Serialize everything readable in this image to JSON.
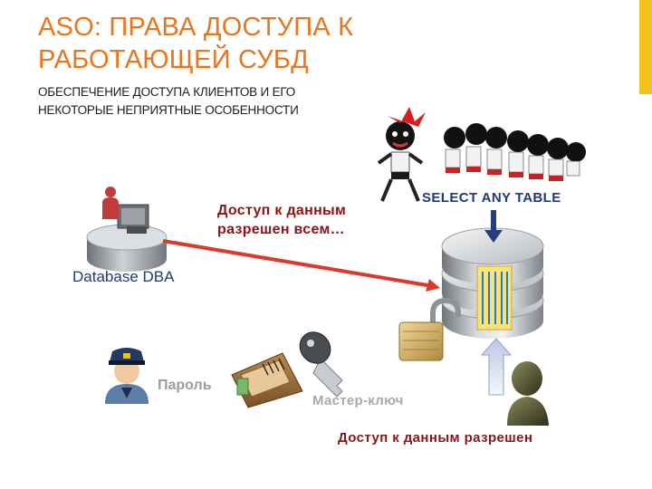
{
  "slide": {
    "title_lines": [
      "ASO: ПРАВА ДОСТУПА К",
      "РАБОТАЮЩЕЙ СУБД"
    ],
    "subtitle_lines": [
      "ОБЕСПЕЧЕНИЕ ДОСТУПА КЛИЕНТОВ И ЕГО",
      "НЕКОТОРЫЕ НЕПРИЯТНЫЕ ОСОБЕННОСТИ"
    ],
    "accent_color": "#f2c21a",
    "title_color": "#e8761e"
  },
  "labels": {
    "access_all_lines": [
      "Доступ к данным",
      "разрешен всем…"
    ],
    "select_any_table": "SELECT ANY TABLE",
    "database_dba": "Database DBA",
    "password": "Пароль",
    "master_key": "Мастер-ключ",
    "access_granted": "Доступ к данным разрешен"
  },
  "icons": [
    "dba-workstation-icon",
    "database-server-icon",
    "padlock-icon",
    "key-icon",
    "wallet-icon",
    "police-officer-icon",
    "bust-user-icon",
    "crowd-icon",
    "down-arrow-icon",
    "up-arrow-icon"
  ]
}
